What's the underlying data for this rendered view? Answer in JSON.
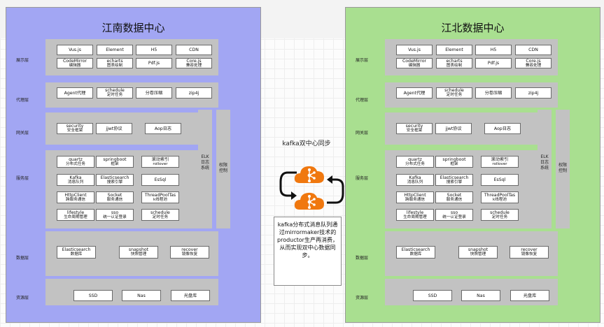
{
  "left_center": {
    "title": "江南数据中心"
  },
  "right_center": {
    "title": "江北数据中心"
  },
  "layers": {
    "display": "展示层",
    "proxy": "代理层",
    "gateway": "网关层",
    "service": "服务层",
    "data": "数据层",
    "resource": "资源层"
  },
  "display_items": [
    {
      "l1": "Vus.js",
      "l2": ""
    },
    {
      "l1": "Element",
      "l2": ""
    },
    {
      "l1": "H5",
      "l2": ""
    },
    {
      "l1": "CDN",
      "l2": ""
    },
    {
      "l1": "CodeMirror",
      "l2": "编辑器"
    },
    {
      "l1": "echarts",
      "l2": "图表绘制"
    },
    {
      "l1": "Pdf.js",
      "l2": ""
    },
    {
      "l1": "Core.js",
      "l2": "兼容处理"
    }
  ],
  "proxy_items": [
    {
      "l1": "Agent代理",
      "l2": ""
    },
    {
      "l1": "schedule",
      "l2": "定时任务"
    },
    {
      "l1": "分卷压缩",
      "l2": ""
    },
    {
      "l1": "zip4j",
      "l2": ""
    }
  ],
  "gateway_items": [
    {
      "l1": "security",
      "l2": "安全框架"
    },
    {
      "l1": "jjwt协议",
      "l2": ""
    },
    {
      "l1": "Aop日志",
      "l2": ""
    }
  ],
  "service_items": [
    {
      "l1": "quartz",
      "l2": "分布式任务"
    },
    {
      "l1": "springboot",
      "l2": "框架"
    },
    {
      "l1": "滚动索引",
      "l2": "rollover"
    },
    {
      "l1": "Kafka",
      "l2": "消息队列"
    },
    {
      "l1": "Elasticsearch",
      "l2": "搜索引擎"
    },
    {
      "l1": "EsSql",
      "l2": ""
    },
    {
      "l1": "HttpClient",
      "l2": "跨服务通信"
    },
    {
      "l1": "Socket",
      "l2": "服务通信"
    },
    {
      "l1": "ThreadPoolTas",
      "l2": "k线程池"
    },
    {
      "l1": "lifestyle",
      "l2": "生命周期管理"
    },
    {
      "l1": "sso",
      "l2": "统一认证登录"
    },
    {
      "l1": "schedule",
      "l2": "定时任务"
    }
  ],
  "data_items": [
    {
      "l1": "Elasticsearch",
      "l2": "数据库"
    },
    {
      "l1": "snapshot",
      "l2": "快照管理"
    },
    {
      "l1": "recover",
      "l2": "镜像恢复"
    }
  ],
  "resource_items": [
    {
      "l1": "SSD",
      "l2": ""
    },
    {
      "l1": "Nas",
      "l2": ""
    },
    {
      "l1": "光盘库",
      "l2": ""
    }
  ],
  "elk_label": "ELK日志系统",
  "perm_label": "权限控制",
  "sync": {
    "title": "kafka双中心同步",
    "description": "kafka分布式消息队列通过mirrormaker技术的productor生产再消费，从而实现双中心数据同步。"
  },
  "icon": {
    "name": "kafka-cloud-icon",
    "color": "#f0780f"
  }
}
